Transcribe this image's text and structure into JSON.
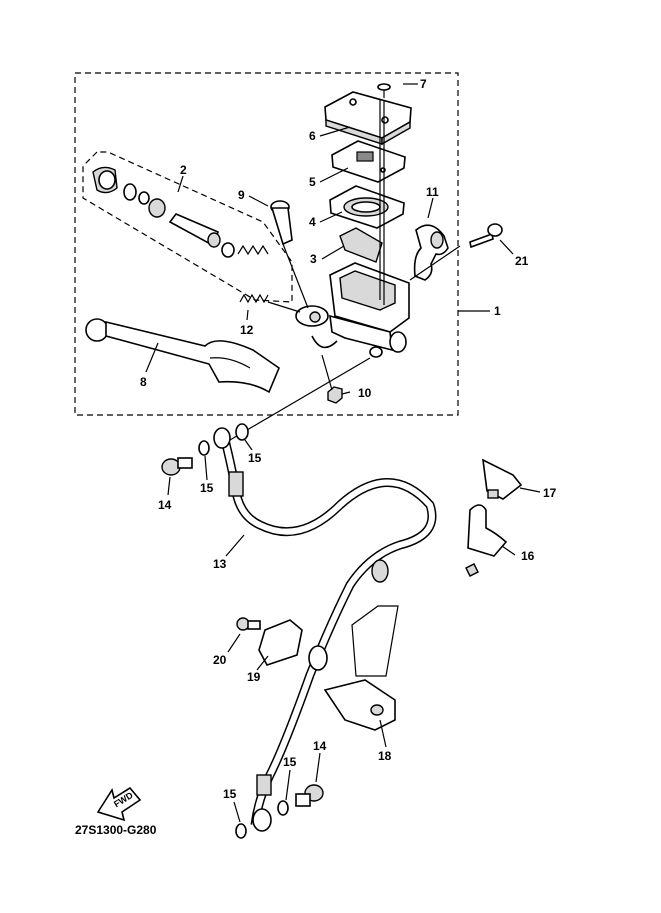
{
  "diagram": {
    "code": "27S1300-G280",
    "fwd": "FWD",
    "labels": {
      "p1": "1",
      "p2": "2",
      "p3": "3",
      "p4": "4",
      "p5": "5",
      "p6": "6",
      "p7": "7",
      "p8": "8",
      "p9": "9",
      "p10": "10",
      "p11": "11",
      "p12": "12",
      "p13": "13",
      "p14a": "14",
      "p14b": "14",
      "p15a": "15",
      "p15b": "15",
      "p15c": "15",
      "p15d": "15",
      "p16": "16",
      "p17": "17",
      "p18": "18",
      "p19": "19",
      "p20": "20",
      "p21": "21"
    }
  }
}
